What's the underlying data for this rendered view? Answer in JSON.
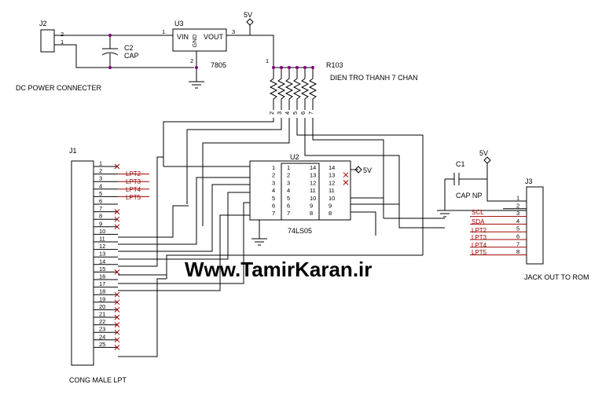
{
  "watermark": "Www.TamirKaran.ir",
  "power_label": "5V",
  "j2": {
    "ref": "J2",
    "caption": "DC POWER CONNECTER",
    "pins": [
      "2",
      "1"
    ]
  },
  "c2": {
    "ref": "C2",
    "value": "CAP"
  },
  "u3": {
    "ref": "U3",
    "part": "7805",
    "pin_vin": "VIN",
    "pin_gnd": "GND",
    "pin_vout": "VOUT",
    "pin_numbers": [
      "1",
      "2",
      "3"
    ]
  },
  "r103": {
    "ref": "R103",
    "caption": "DIEN TRO THANH 7 CHAN",
    "common_pin": "1",
    "pins": [
      "2",
      "3",
      "4",
      "5",
      "6",
      "7"
    ]
  },
  "j1": {
    "ref": "J1",
    "caption": "CONG MALE LPT",
    "pins": [
      "1",
      "2",
      "3",
      "4",
      "5",
      "6",
      "7",
      "8",
      "9",
      "10",
      "11",
      "12",
      "13",
      "14",
      "15",
      "16",
      "17",
      "18",
      "19",
      "20",
      "21",
      "22",
      "23",
      "24",
      "25"
    ],
    "net_labels": [
      "LPT2",
      "LPT3",
      "LPT4",
      "LPT5"
    ]
  },
  "u2": {
    "ref": "U2",
    "part": "74LS05",
    "outer_left": [
      "1",
      "2",
      "3",
      "4",
      "5",
      "6",
      "7"
    ],
    "inner_left": [
      "1",
      "2",
      "3",
      "4",
      "5",
      "6",
      "7"
    ],
    "inner_right": [
      "14",
      "13",
      "12",
      "11",
      "10",
      "9",
      "8"
    ],
    "outer_right": [
      "14",
      "13",
      "12",
      "11",
      "10",
      "9",
      "8"
    ]
  },
  "c1": {
    "ref": "C1",
    "value": "CAP NP"
  },
  "j3": {
    "ref": "J3",
    "caption": "JACK OUT TO ROM",
    "pins": [
      "1",
      "2",
      "3",
      "4",
      "5",
      "6",
      "7",
      "8"
    ],
    "net_labels": [
      "SCL",
      "SDA",
      "LPT2",
      "LPT3",
      "LPT4",
      "LPT5"
    ]
  }
}
